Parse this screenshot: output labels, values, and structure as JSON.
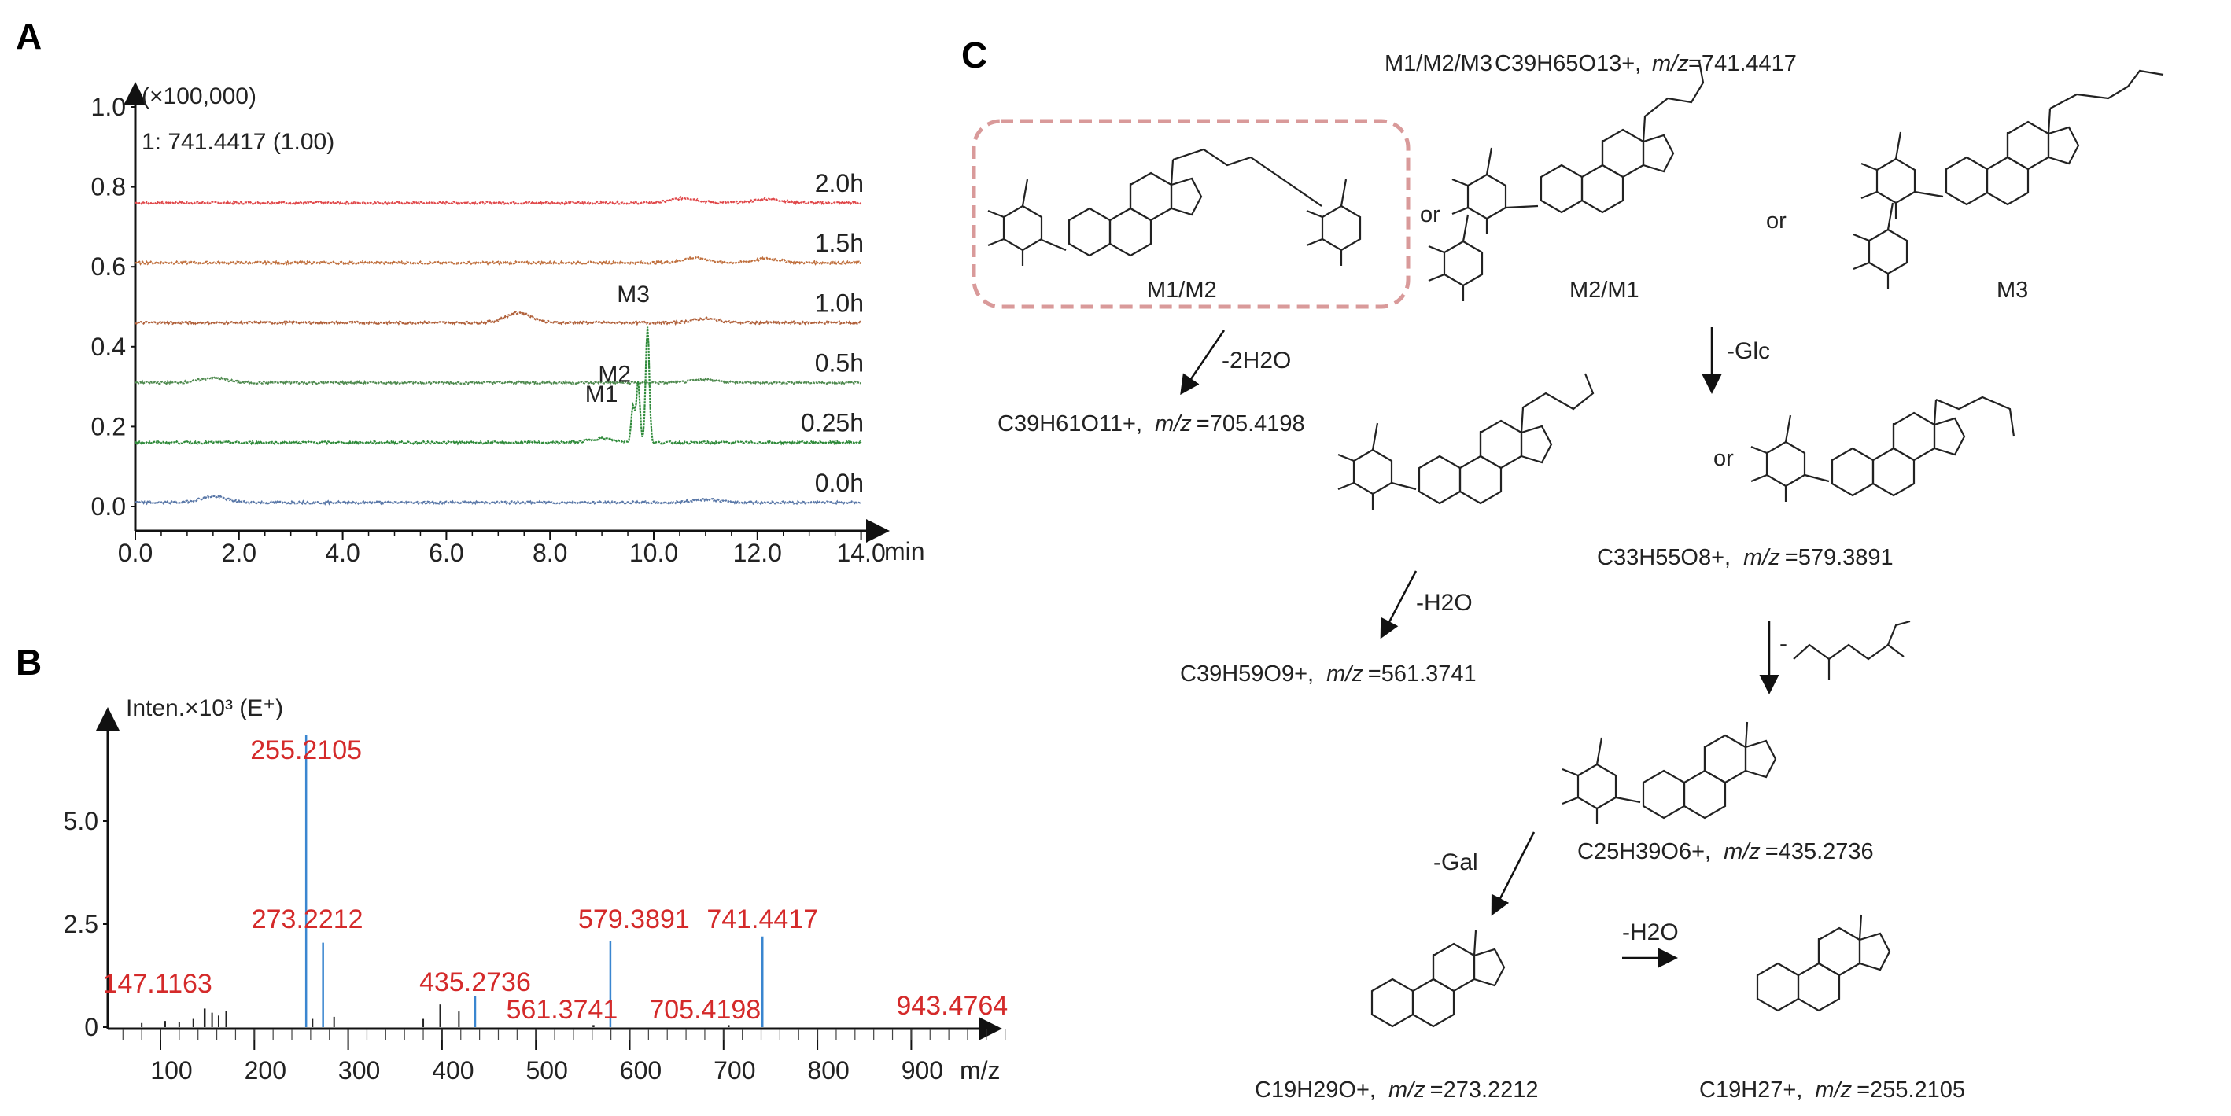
{
  "panels": {
    "a": "A",
    "b": "B",
    "c": "C"
  },
  "chart_data": [
    {
      "type": "line",
      "panel": "A",
      "scale_note": "(×100,000)",
      "ion_label": "1: 741.4417 (1.00)",
      "xlabel": "min",
      "xlim": [
        0,
        14.0
      ],
      "ylim": [
        -0.05,
        1.0
      ],
      "xticks": [
        "0.0",
        "2.0",
        "4.0",
        "6.0",
        "8.0",
        "10.0",
        "12.0",
        "14.0"
      ],
      "yticks": [
        "0.0",
        "0.2",
        "0.4",
        "0.6",
        "0.8",
        "1.0"
      ],
      "grid": false,
      "series": [
        {
          "name": "2.0h",
          "color": "#e0484a",
          "baseline": 0.76,
          "peaks": [
            {
              "x": 10.6,
              "h": 0.012
            },
            {
              "x": 12.2,
              "h": 0.01
            }
          ]
        },
        {
          "name": "1.5h",
          "color": "#c0703e",
          "baseline": 0.61,
          "peaks": [
            {
              "x": 10.8,
              "h": 0.012
            },
            {
              "x": 12.2,
              "h": 0.01
            }
          ]
        },
        {
          "name": "1.0h",
          "color": "#b0603a",
          "baseline": 0.46,
          "peaks": [
            {
              "x": 7.4,
              "h": 0.025
            },
            {
              "x": 11.0,
              "h": 0.01
            }
          ]
        },
        {
          "name": "0.5h",
          "color": "#4f8a4f",
          "baseline": 0.31,
          "peaks": [
            {
              "x": 1.5,
              "h": 0.012
            },
            {
              "x": 11.0,
              "h": 0.008
            }
          ]
        },
        {
          "name": "0.25h",
          "color": "#2f8a3a",
          "baseline": 0.16,
          "peaks": [
            {
              "x": 9.0,
              "h": 0.01
            },
            {
              "x": 9.6,
              "h": 0.09
            },
            {
              "x": 9.7,
              "h": 0.15
            },
            {
              "x": 9.88,
              "h": 0.29
            }
          ]
        },
        {
          "name": "0.0h",
          "color": "#5a78a8",
          "baseline": 0.01,
          "peaks": [
            {
              "x": 1.5,
              "h": 0.015
            },
            {
              "x": 11.0,
              "h": 0.008
            }
          ]
        }
      ],
      "annotations": [
        {
          "text": "M1",
          "x": 9.6
        },
        {
          "text": "M2",
          "x": 9.7
        },
        {
          "text": "M3",
          "x": 9.88
        }
      ]
    },
    {
      "type": "bar",
      "panel": "B",
      "ylabel": "Inten.×10³ (E⁺)",
      "xlabel": "m/z",
      "xlim": [
        50,
        1000
      ],
      "ylim": [
        0,
        7.5
      ],
      "xticks": [
        "100",
        "200",
        "300",
        "400",
        "500",
        "600",
        "700",
        "800",
        "900"
      ],
      "yticks": [
        "0",
        "2.5",
        "5.0"
      ],
      "grid": false,
      "labeled_peaks": [
        {
          "mz": 255.2105,
          "label": "255.2105",
          "intensity": 7.1,
          "color": "#3a86d0"
        },
        {
          "mz": 273.2212,
          "label": "273.2212",
          "intensity": 2.05,
          "color": "#3a86d0"
        },
        {
          "mz": 147.1163,
          "label": "147.1163",
          "intensity": 0.45,
          "color": "#222222"
        },
        {
          "mz": 435.2736,
          "label": "435.2736",
          "intensity": 0.75,
          "color": "#3a86d0"
        },
        {
          "mz": 579.3891,
          "label": "579.3891",
          "intensity": 2.1,
          "color": "#3a86d0"
        },
        {
          "mz": 561.3741,
          "label": "561.3741",
          "intensity": 0.05,
          "color": "#222222"
        },
        {
          "mz": 705.4198,
          "label": "705.4198",
          "intensity": 0.05,
          "color": "#222222"
        },
        {
          "mz": 741.4417,
          "label": "741.4417",
          "intensity": 2.2,
          "color": "#3a86d0"
        },
        {
          "mz": 943.4764,
          "label": "943.4764",
          "intensity": 0.03,
          "color": "#222222"
        }
      ],
      "other_peaks": [
        {
          "mz": 80,
          "intensity": 0.1
        },
        {
          "mz": 105,
          "intensity": 0.15
        },
        {
          "mz": 120,
          "intensity": 0.12
        },
        {
          "mz": 135,
          "intensity": 0.2
        },
        {
          "mz": 155,
          "intensity": 0.35
        },
        {
          "mz": 162,
          "intensity": 0.28
        },
        {
          "mz": 170,
          "intensity": 0.4
        },
        {
          "mz": 262,
          "intensity": 0.2
        },
        {
          "mz": 285,
          "intensity": 0.25
        },
        {
          "mz": 380,
          "intensity": 0.2
        },
        {
          "mz": 398,
          "intensity": 0.55
        },
        {
          "mz": 418,
          "intensity": 0.38
        }
      ]
    }
  ],
  "scheme": {
    "header": {
      "name": "M1/M2/M3",
      "formula": "C39H65O13+,",
      "mz_label": "m/z",
      "mz_value": "=741.4417"
    },
    "highlight_box_color": "#d99a9a",
    "structures": {
      "m1m2": "M1/M2",
      "m2m1": "M2/M1",
      "m3": "M3",
      "or1": "or",
      "or2": "or",
      "or3": "or"
    },
    "steps": {
      "minus_2h2o": "-2H2O",
      "minus_glc": "-Glc",
      "minus_h2o_1": "-H2O",
      "minus_sidechain": "-",
      "minus_gal": "-Gal",
      "minus_h2o_2": "-H2O"
    },
    "ions": [
      {
        "formula": "C39H61O11+,",
        "mz_label": "m/z",
        "mz_value": "=705.4198"
      },
      {
        "formula": "C33H55O8+,",
        "mz_label": "m/z",
        "mz_value": "=579.3891"
      },
      {
        "formula": "C39H59O9+,",
        "mz_label": "m/z",
        "mz_value": "=561.3741"
      },
      {
        "formula": "C25H39O6+,",
        "mz_label": "m/z",
        "mz_value": "=435.2736"
      },
      {
        "formula": "C19H29O+,",
        "mz_label": "m/z",
        "mz_value": "=273.2212"
      },
      {
        "formula": "C19H27+,",
        "mz_label": "m/z",
        "mz_value": "=255.2105"
      }
    ]
  }
}
